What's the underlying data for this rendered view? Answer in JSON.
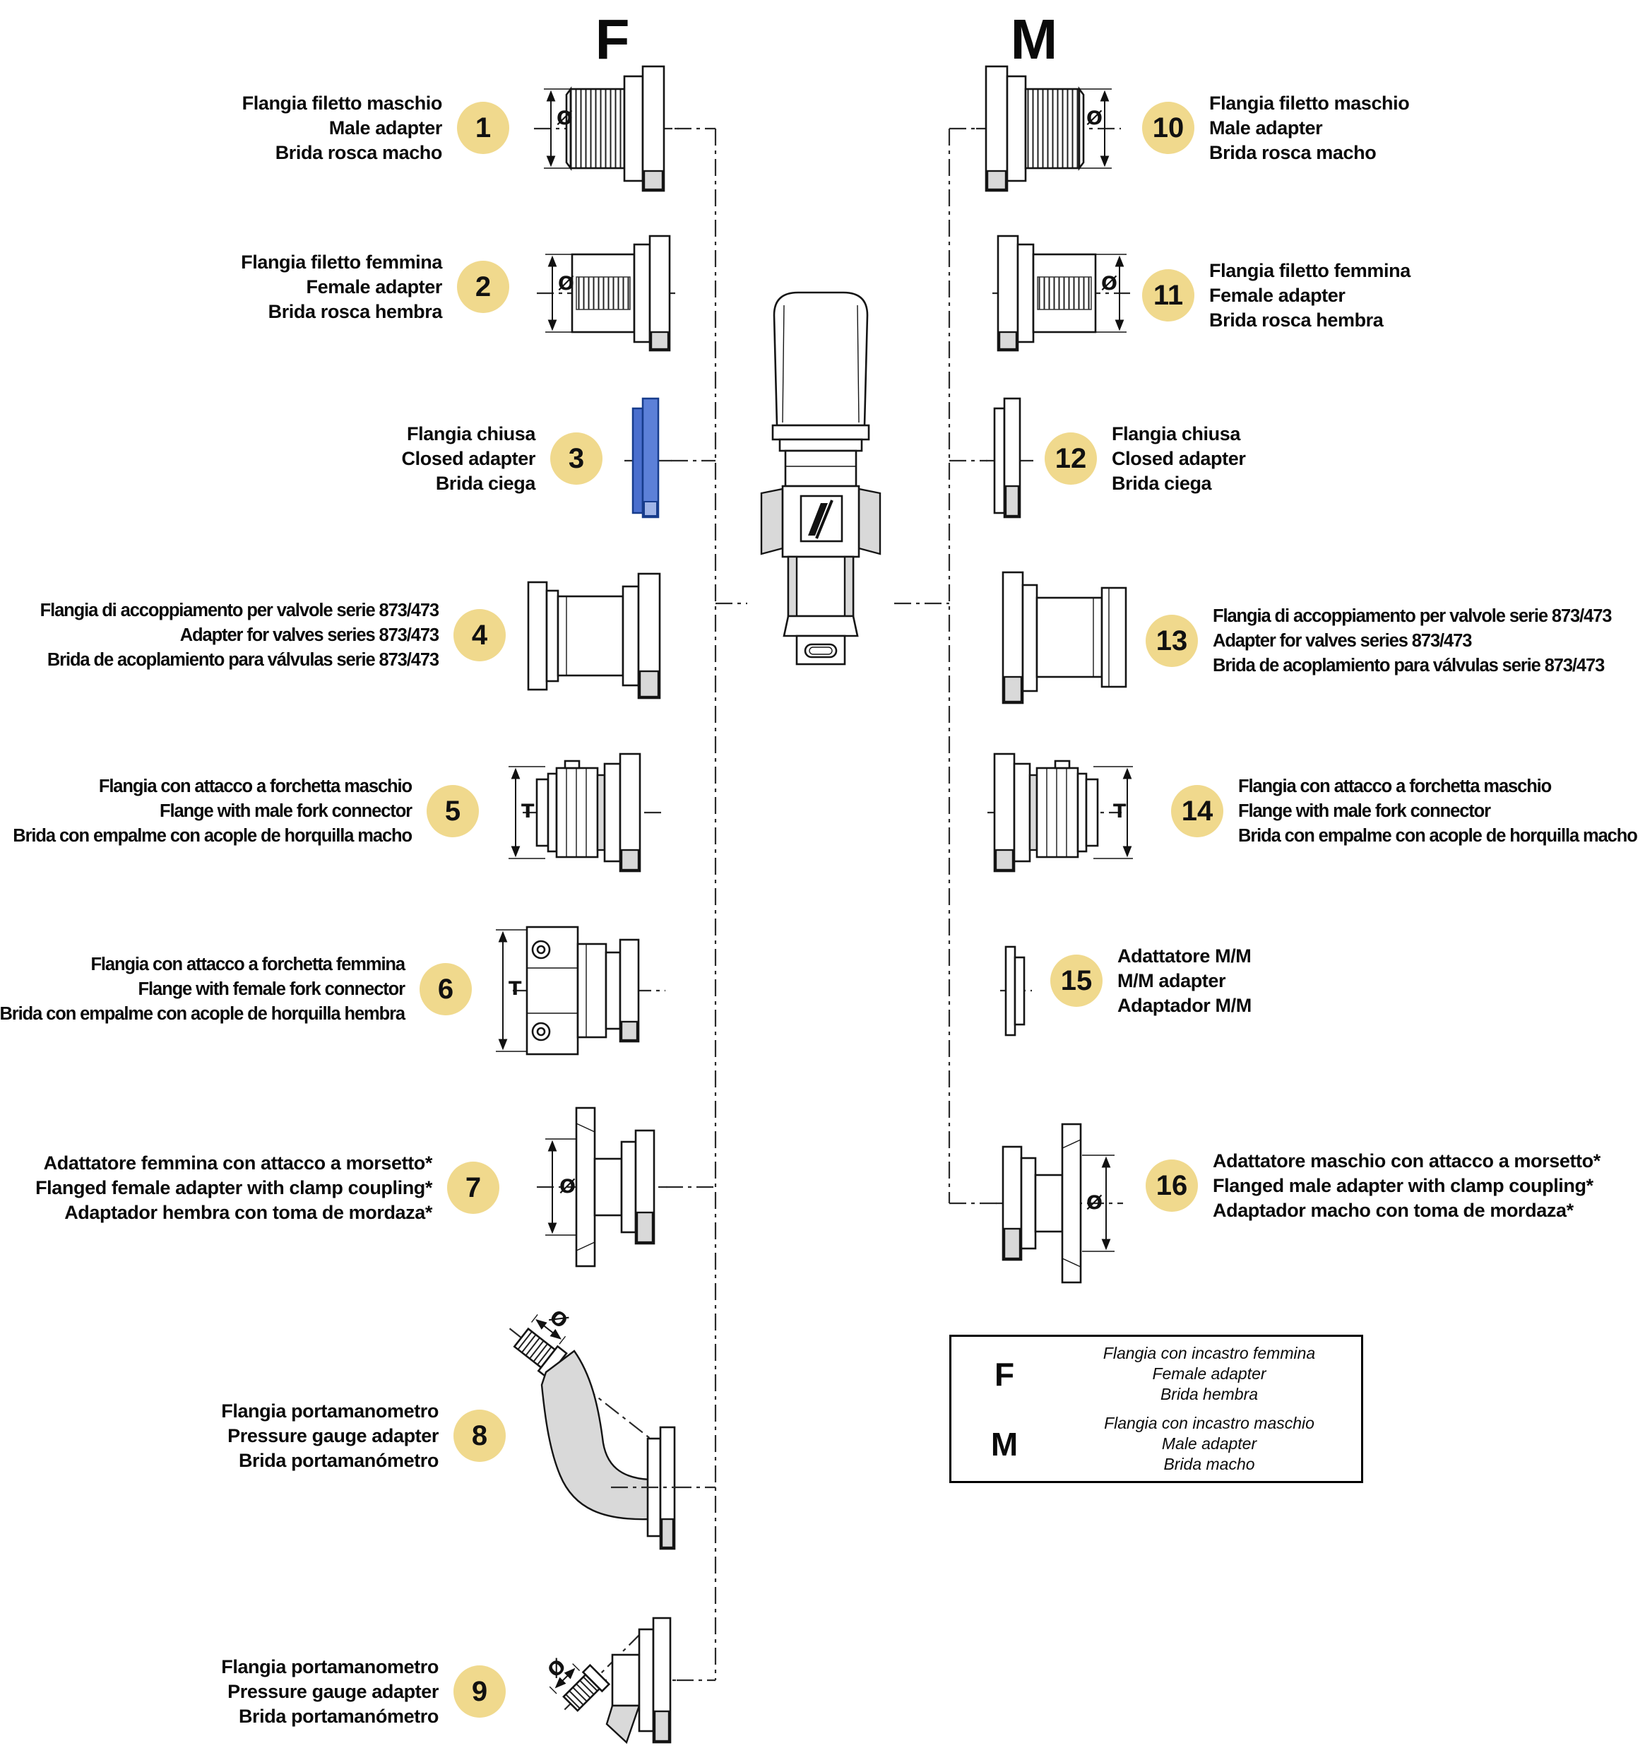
{
  "page": {
    "header_f": "F",
    "header_m": "M"
  },
  "items": [
    {
      "num": "1",
      "lines": [
        "Flangia filetto maschio",
        "Male adapter",
        "Brida rosca macho"
      ],
      "dim": "Ø"
    },
    {
      "num": "2",
      "lines": [
        "Flangia filetto femmina",
        "Female adapter",
        "Brida rosca hembra"
      ],
      "dim": "Ø"
    },
    {
      "num": "3",
      "lines": [
        "Flangia chiusa",
        "Closed adapter",
        "Brida ciega"
      ],
      "dim": ""
    },
    {
      "num": "4",
      "lines": [
        "Flangia di accoppiamento per valvole serie 873/473",
        "Adapter for valves series 873/473",
        "Brida de acoplamiento para válvulas serie 873/473"
      ],
      "dim": ""
    },
    {
      "num": "5",
      "lines": [
        "Flangia con attacco a forchetta maschio",
        "Flange with male fork connector",
        "Brida con empalme con acople de horquilla macho"
      ],
      "dim": "T"
    },
    {
      "num": "6",
      "lines": [
        "Flangia con attacco a forchetta femmina",
        "Flange with female fork connector",
        "Brida con empalme con acople de horquilla hembra"
      ],
      "dim": "T"
    },
    {
      "num": "7",
      "lines": [
        "Adattatore femmina con attacco a morsetto*",
        "Flanged female adapter with clamp coupling*",
        "Adaptador hembra con toma de mordaza*"
      ],
      "dim": "Ø"
    },
    {
      "num": "8",
      "lines": [
        "Flangia portamanometro",
        "Pressure gauge adapter",
        "Brida portamanómetro"
      ],
      "dim": "Ø"
    },
    {
      "num": "9",
      "lines": [
        "Flangia portamanometro",
        "Pressure gauge adapter",
        "Brida portamanómetro"
      ],
      "dim": "Ø"
    },
    {
      "num": "10",
      "lines": [
        "Flangia filetto maschio",
        "Male adapter",
        "Brida rosca macho"
      ],
      "dim": "Ø"
    },
    {
      "num": "11",
      "lines": [
        "Flangia filetto femmina",
        "Female adapter",
        "Brida rosca hembra"
      ],
      "dim": "Ø"
    },
    {
      "num": "12",
      "lines": [
        "Flangia chiusa",
        "Closed adapter",
        "Brida ciega"
      ],
      "dim": ""
    },
    {
      "num": "13",
      "lines": [
        "Flangia di accoppiamento per valvole serie 873/473",
        "Adapter for valves series 873/473",
        "Brida de acoplamiento para válvulas serie 873/473"
      ],
      "dim": ""
    },
    {
      "num": "14",
      "lines": [
        "Flangia con attacco a forchetta maschio",
        "Flange with male fork connector",
        "Brida con empalme con acople de horquilla macho"
      ],
      "dim": "T"
    },
    {
      "num": "15",
      "lines": [
        "Adattatore M/M",
        "M/M adapter",
        "Adaptador M/M"
      ],
      "dim": ""
    },
    {
      "num": "16",
      "lines": [
        "Adattatore maschio con attacco a morsetto*",
        "Flanged male adapter with clamp coupling*",
        "Adaptador macho con toma de mordaza*"
      ],
      "dim": "Ø"
    }
  ],
  "legend": {
    "f_key": "F",
    "f_lines": [
      "Flangia con incastro femmina",
      "Female adapter",
      "Brida hembra"
    ],
    "m_key": "M",
    "m_lines": [
      "Flangia con incastro maschio",
      "Male adapter",
      "Brida macho"
    ]
  },
  "colors": {
    "badge": "#f0d98d",
    "closed_adapter_blue": "#4a6fce",
    "shading_gray": "#d9d9d9"
  }
}
